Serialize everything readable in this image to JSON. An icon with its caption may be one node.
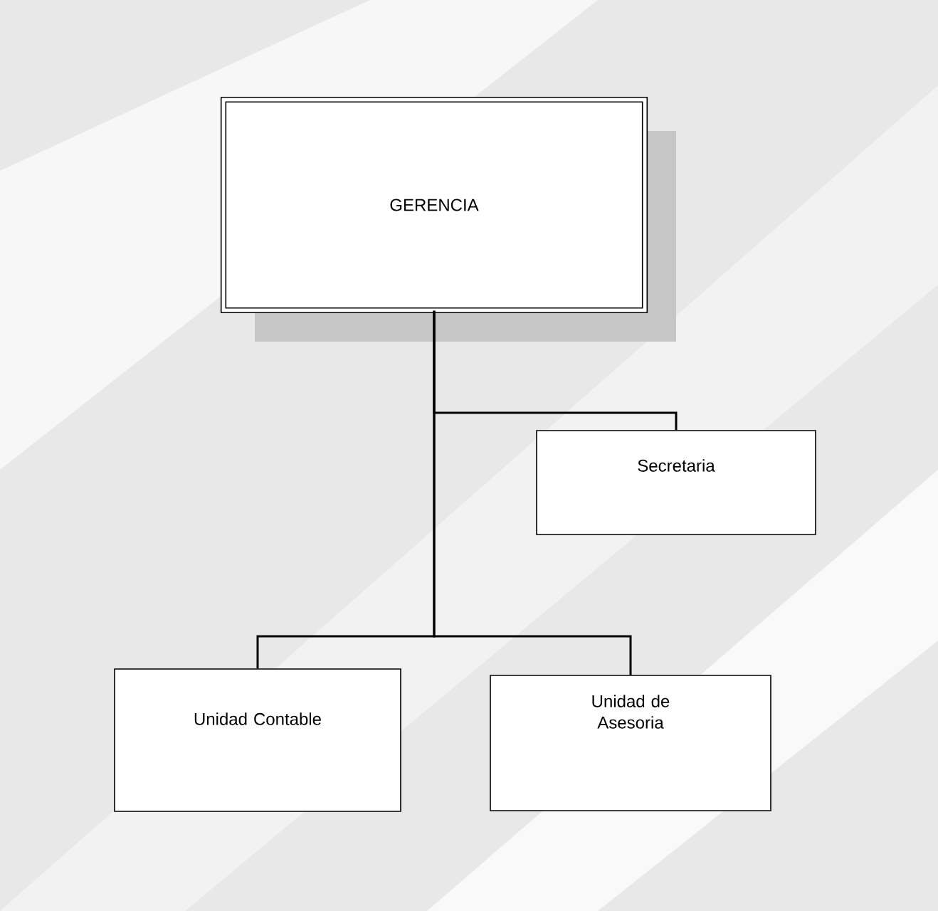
{
  "diagram": {
    "nodes": [
      {
        "text": [
          "GERENCIA"
        ]
      },
      {
        "text": [
          "Secretaria"
        ]
      },
      {
        "text": [
          "Unidad Contable"
        ]
      },
      {
        "text": [
          "Unidad de Asesoria"
        ]
      }
    ],
    "edges": [
      {
        "from": 0,
        "to": 1,
        "arrow": "none"
      },
      {
        "from": 0,
        "to": 2,
        "arrow": "none"
      },
      {
        "from": 0,
        "to": 3,
        "arrow": "none"
      }
    ]
  }
}
